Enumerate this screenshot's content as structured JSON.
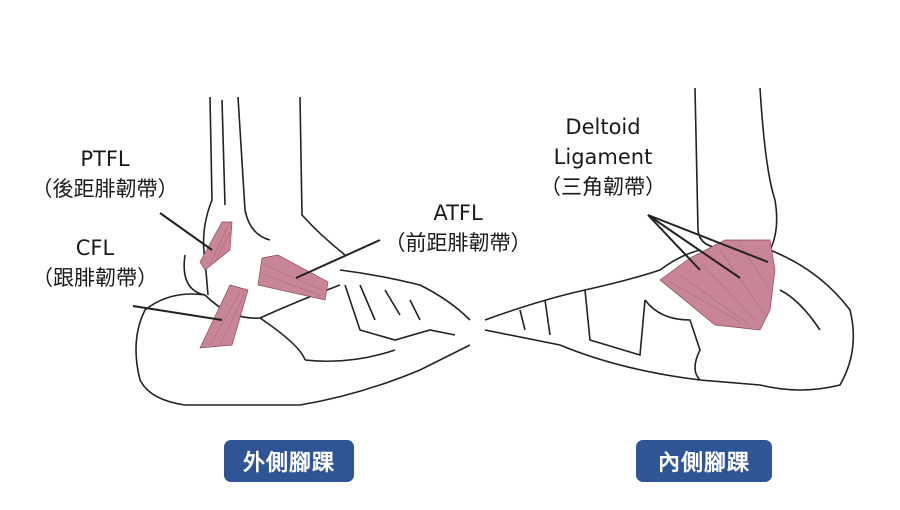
{
  "lateral": {
    "ptfl": {
      "abbr": "PTFL",
      "name": "（後距腓韌帶）"
    },
    "cfl": {
      "abbr": "CFL",
      "name": "（跟腓韌帶）"
    },
    "atfl": {
      "abbr": "ATFL",
      "name": "（前距腓韌帶）"
    },
    "badge": "外側腳踝"
  },
  "medial": {
    "deltoid": {
      "line1": "Deltoid",
      "line2": "Ligament",
      "name": "（三角韌帶）"
    },
    "badge": "內側腳踝"
  },
  "colors": {
    "ligament": "#c78595",
    "badge": "#2f5597",
    "outline": "#222222"
  }
}
